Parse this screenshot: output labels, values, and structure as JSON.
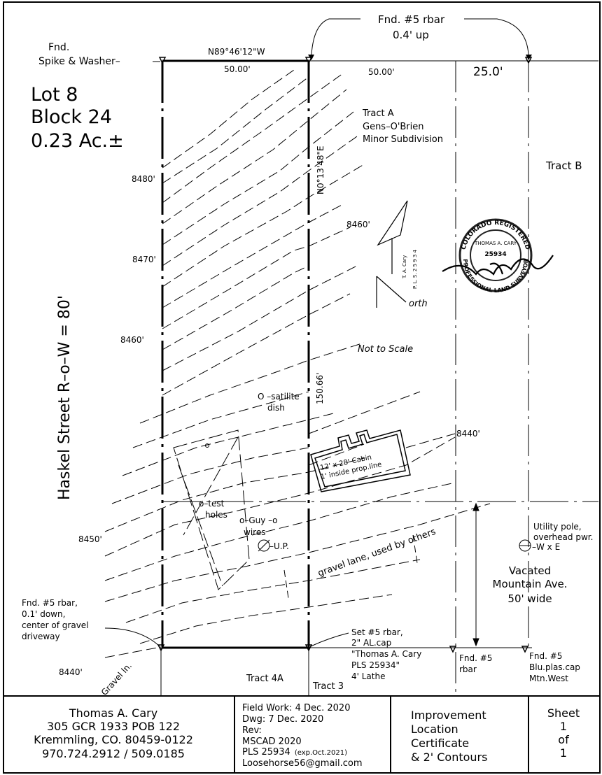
{
  "plat": {
    "fnd_rebar_top": [
      "Fnd. #5 rbar",
      "0.4' up"
    ],
    "fnd_spike": [
      "Fnd.",
      "Spike & Washer–"
    ],
    "bearing_north": "N89°46'12\"W",
    "dist_north": "50.00'",
    "dist_north_right": "50.00'",
    "dist_25": "25.0'",
    "lot_info": [
      "Lot 8",
      "Block 24",
      "0.23 Ac.±"
    ],
    "tract_a": [
      "Tract A",
      "Gens–O'Brien",
      "Minor Subdivision"
    ],
    "tract_b": "Tract B",
    "bearing_east": "N0°13'48\"E",
    "dist_east": "150.66'",
    "street": "Haskel Street R–o–W = 80'",
    "contours": {
      "c8480": "8480'",
      "c8470": "8470'",
      "c8460_left": "8460'",
      "c8460_right": "8460'",
      "c8450": "8450'",
      "c8440_right": "8440'",
      "c8440_left": "8440'"
    },
    "north_label": "orth",
    "not_to_scale": "Not to Scale",
    "north_sig": [
      "T. A. Cary",
      "P. L. S. 2 5 9 3 4"
    ],
    "dish": [
      "O –satilite",
      "dish"
    ],
    "cabin": [
      "12' x 28' Cabin",
      "1' inside prop.line"
    ],
    "test_holes": [
      "o–test",
      "holes"
    ],
    "guy_wires": [
      "o–Guy  –o",
      "wires"
    ],
    "up": "–U.P.",
    "gravel_lane": "gravel lane, used by others",
    "utility_pole": [
      "Utility pole,",
      "overhead pwr.",
      "–W x E"
    ],
    "vacated": [
      "Vacated",
      "Mountain Ave.",
      "50' wide"
    ],
    "fnd_left": [
      "Fnd. #5 rbar,",
      "0.1' down,",
      "center of gravel",
      "driveway"
    ],
    "set_rebar": [
      "Set  #5 rbar,",
      "2\" AL.cap",
      "\"Thomas A. Cary",
      "PLS 25934\"",
      "4' Lathe"
    ],
    "fnd_mid": [
      "Fnd. #5",
      "rbar"
    ],
    "fnd_right": [
      "Fnd. #5",
      "Blu.plas.cap",
      "Mtn.West"
    ],
    "gravel_ln": "Gravel ln.",
    "tract_4a": "Tract 4A",
    "tract_3": "Tract 3"
  },
  "seal": {
    "top_text": "COLORADO REGISTERED",
    "name": "THOMAS A. CARY",
    "number": "25934",
    "bottom_text": "PROFESSIONAL LAND SURVEYOR",
    "signature": "T. A. Cary"
  },
  "title_block": {
    "surveyor": [
      "Thomas A. Cary",
      "305 GCR 1933 POB 122",
      "Kremmling, CO. 80459-0122",
      "970.724.2912 / 509.0185"
    ],
    "work": {
      "field": "Field Work: 4 Dec. 2020",
      "dwg": "Dwg: 7 Dec. 2020",
      "rev": "Rev:",
      "mscad": "MSCAD 2020",
      "pls": "PLS 25934",
      "exp": "(exp.Oct.2021)",
      "email": "Loosehorse56@gmail.com"
    },
    "title": [
      "Improvement",
      "Location",
      "Certificate",
      "& 2' Contours"
    ],
    "sheet": [
      "Sheet",
      "1",
      "of",
      "1"
    ]
  }
}
